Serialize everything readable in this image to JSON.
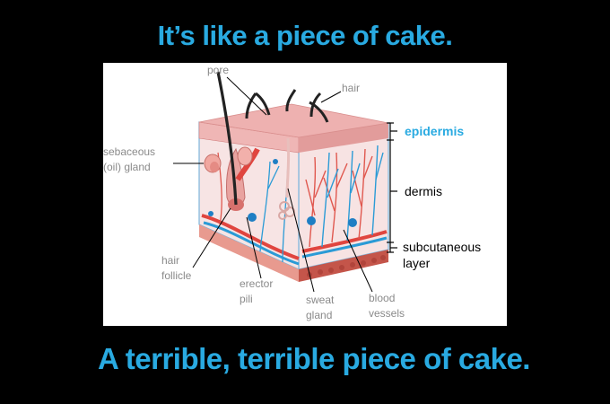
{
  "captions": {
    "top": "It’s like a piece of cake.",
    "bottom": "A terrible, terrible piece of cake."
  },
  "diagram": {
    "labels": {
      "pore": "pore",
      "hair": "hair",
      "sebaceous_line1": "sebaceous",
      "sebaceous_line2": "(oil) gland",
      "hair_follicle_line1": "hair",
      "hair_follicle_line2": "follicle",
      "erector_line1": "erector",
      "erector_line2": "pili",
      "sweat_line1": "sweat",
      "sweat_line2": "gland",
      "blood_line1": "blood",
      "blood_line2": "vessels"
    },
    "layers": {
      "epidermis": "epidermis",
      "dermis": "dermis",
      "subcutaneous_line1": "subcutaneous",
      "subcutaneous_line2": "layer"
    },
    "colors": {
      "accent": "#29aae1",
      "gray_label": "#8a8a8a",
      "skin_top": "#e9a7a6",
      "dermis": "#f6dcdc",
      "vessel_red": "#e0453f",
      "vessel_blue": "#2b9bd6"
    }
  }
}
